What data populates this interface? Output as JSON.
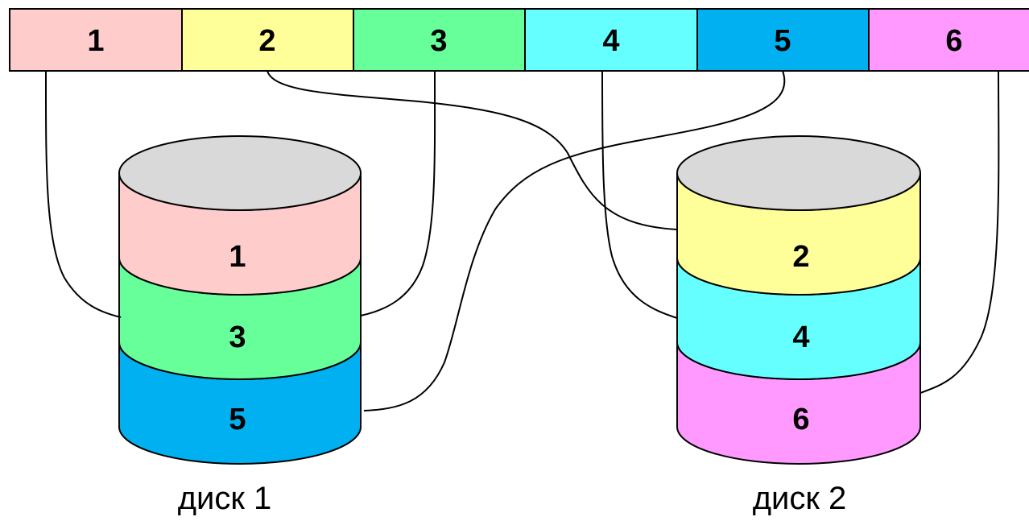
{
  "stripe": {
    "blocks": [
      {
        "label": "1",
        "color": "#ffcccc"
      },
      {
        "label": "2",
        "color": "#ffff99"
      },
      {
        "label": "3",
        "color": "#66ff99"
      },
      {
        "label": "4",
        "color": "#66ffff"
      },
      {
        "label": "5",
        "color": "#00b0f0"
      },
      {
        "label": "6",
        "color": "#ff99ff"
      }
    ]
  },
  "disks": [
    {
      "caption": "диск 1",
      "top_color": "#d9d9d9",
      "layers": [
        {
          "label": "1",
          "color": "#ffcccc"
        },
        {
          "label": "3",
          "color": "#66ff99"
        },
        {
          "label": "5",
          "color": "#00b0f0"
        }
      ]
    },
    {
      "caption": "диск 2",
      "top_color": "#d9d9d9",
      "layers": [
        {
          "label": "2",
          "color": "#ffff99"
        },
        {
          "label": "4",
          "color": "#66ffff"
        },
        {
          "label": "6",
          "color": "#ff99ff"
        }
      ]
    }
  ]
}
